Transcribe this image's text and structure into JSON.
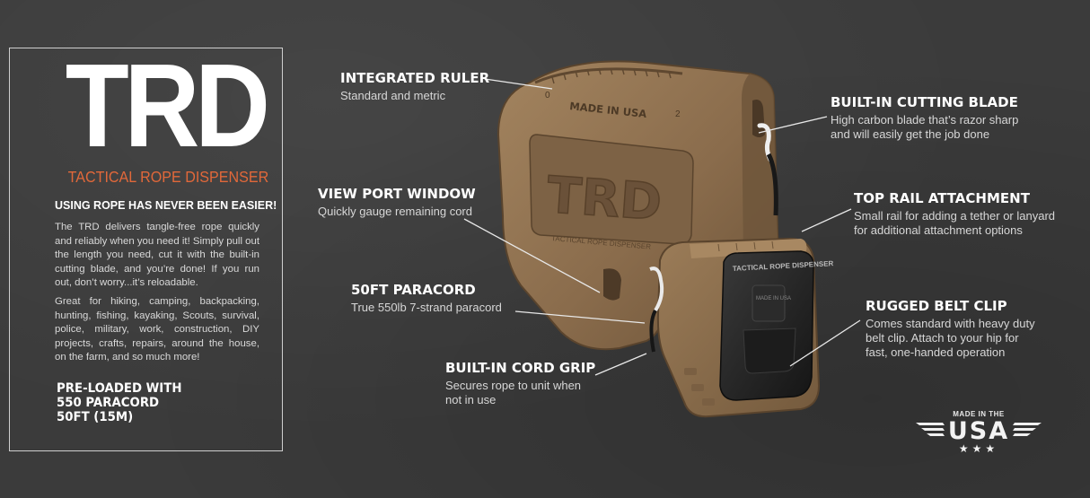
{
  "panel": {
    "brand": "TRD",
    "subtitle": "TACTICAL ROPE DISPENSER",
    "headline": "USING ROPE HAS NEVER BEEN EASIER!",
    "para1": "The TRD delivers tangle-free rope quickly and reliably when you need it! Simply pull out the length you need, cut it with the built-in cutting blade, and you’re done! If you run out, don’t worry...it’s reloadable.",
    "para2": "Great for hiking, camping, backpacking, hunting, fishing, kayaking, Scouts, survival, police, military, work, construction, DIY projects, crafts, repairs, around the house, on the farm, and so much more!",
    "preload": [
      "PRE-LOADED WITH",
      "550 PARACORD",
      "50FT (15M)"
    ]
  },
  "product": {
    "stamp_made": "MADE IN USA",
    "stamp_trd": "TRD",
    "stamp_name": "TACTICAL ROPE DISPENSER",
    "ruler_zero": "0",
    "ruler_two": "2",
    "front_label": "TACTICAL ROPE DISPENSER",
    "front_stamp": "MADE IN USA"
  },
  "callouts": {
    "ruler": {
      "title": "INTEGRATED RULER",
      "desc": [
        "Standard and metric"
      ]
    },
    "viewport": {
      "title": "VIEW PORT WINDOW",
      "desc": [
        "Quickly gauge remaining cord"
      ]
    },
    "paracord": {
      "title": "50FT PARACORD",
      "desc": [
        "True 550lb 7-strand paracord"
      ]
    },
    "cordgrip": {
      "title": "BUILT-IN CORD GRIP",
      "desc": [
        "Secures rope to unit when",
        "not in use"
      ]
    },
    "blade": {
      "title": "BUILT-IN CUTTING BLADE",
      "desc": [
        "High carbon blade that’s razor sharp",
        "and will easily get the job done"
      ]
    },
    "rail": {
      "title": "TOP RAIL ATTACHMENT",
      "desc": [
        "Small rail for adding a tether or lanyard",
        "for additional attachment options"
      ]
    },
    "clip": {
      "title": "RUGGED BELT CLIP",
      "desc": [
        "Comes standard with heavy duty",
        "belt clip. Attach to your hip for",
        "fast, one-handed operation"
      ]
    }
  },
  "badge": {
    "small": "MADE IN THE",
    "big": "USA",
    "stars": "★★★"
  },
  "colors": {
    "accent": "#e1683a",
    "background": "#3b3b3b",
    "product_tan": "#8f7152",
    "clip_black": "#222222"
  }
}
